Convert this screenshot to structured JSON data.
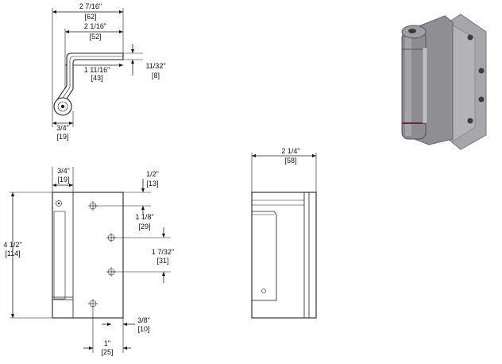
{
  "top_view": {
    "overall_width": {
      "imperial": "2 7/16\"",
      "metric": "[62]"
    },
    "leaf_width": {
      "imperial": "2 1/16\"",
      "metric": "[52]"
    },
    "leaf_thickness": {
      "imperial": "11/32\"",
      "metric": "[8]"
    },
    "offset": {
      "imperial": "1 11/16\"",
      "metric": "[43]"
    },
    "knuckle_width": {
      "imperial": "3/4\"",
      "metric": "[19]"
    }
  },
  "front_view": {
    "knuckle_width": {
      "imperial": "3/4\"",
      "metric": "[19]"
    },
    "height": {
      "imperial": "4 1/2\"",
      "metric": "[114]"
    },
    "top_hole": {
      "imperial": "1/2\"",
      "metric": "[13]"
    },
    "hole_spacing_1": {
      "imperial": "1 1/8\"",
      "metric": "[29]"
    },
    "hole_spacing_2": {
      "imperial": "1 7/32\"",
      "metric": "[31]"
    },
    "bottom_hole": {
      "imperial": "3/8\"",
      "metric": "[10]"
    },
    "hole_offset": {
      "imperial": "1\"",
      "metric": "[25]"
    }
  },
  "side_view": {
    "width": {
      "imperial": "2 1/4\"",
      "metric": "[58]"
    }
  },
  "colors": {
    "line": "#1a1a1a",
    "hinge_metal": "#9a9a9e",
    "hinge_dark": "#6e6e72"
  }
}
